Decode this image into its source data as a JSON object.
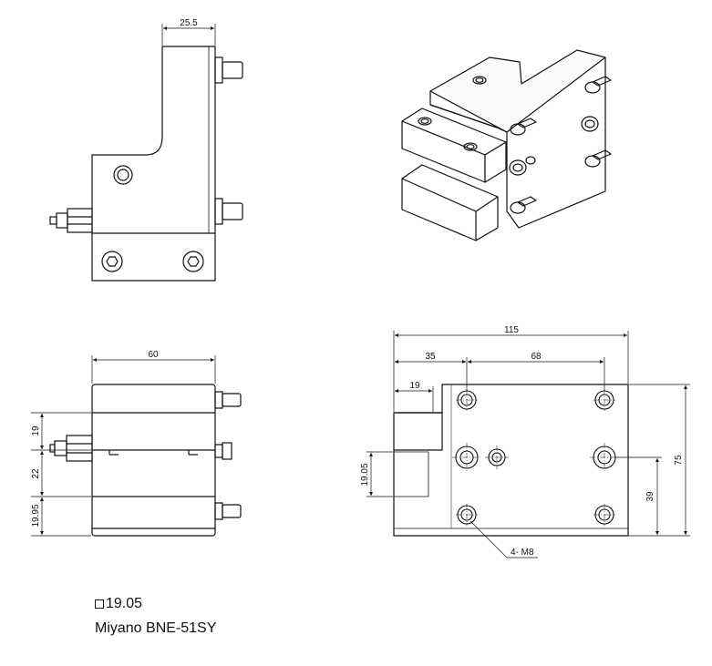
{
  "dimensions": {
    "top_width": "25.5",
    "front_width": "60",
    "front_h1": "19",
    "front_h2": "22",
    "front_h3": "19.95",
    "plan_total": "115",
    "plan_a": "35",
    "plan_b": "68",
    "plan_c": "19",
    "plan_height": "75",
    "plan_slot": "19.05",
    "plan_hole": "39",
    "thread_note": "4- M8"
  },
  "caption": {
    "shank_size": "19.05",
    "model": "Miyano BNE-51SY"
  }
}
